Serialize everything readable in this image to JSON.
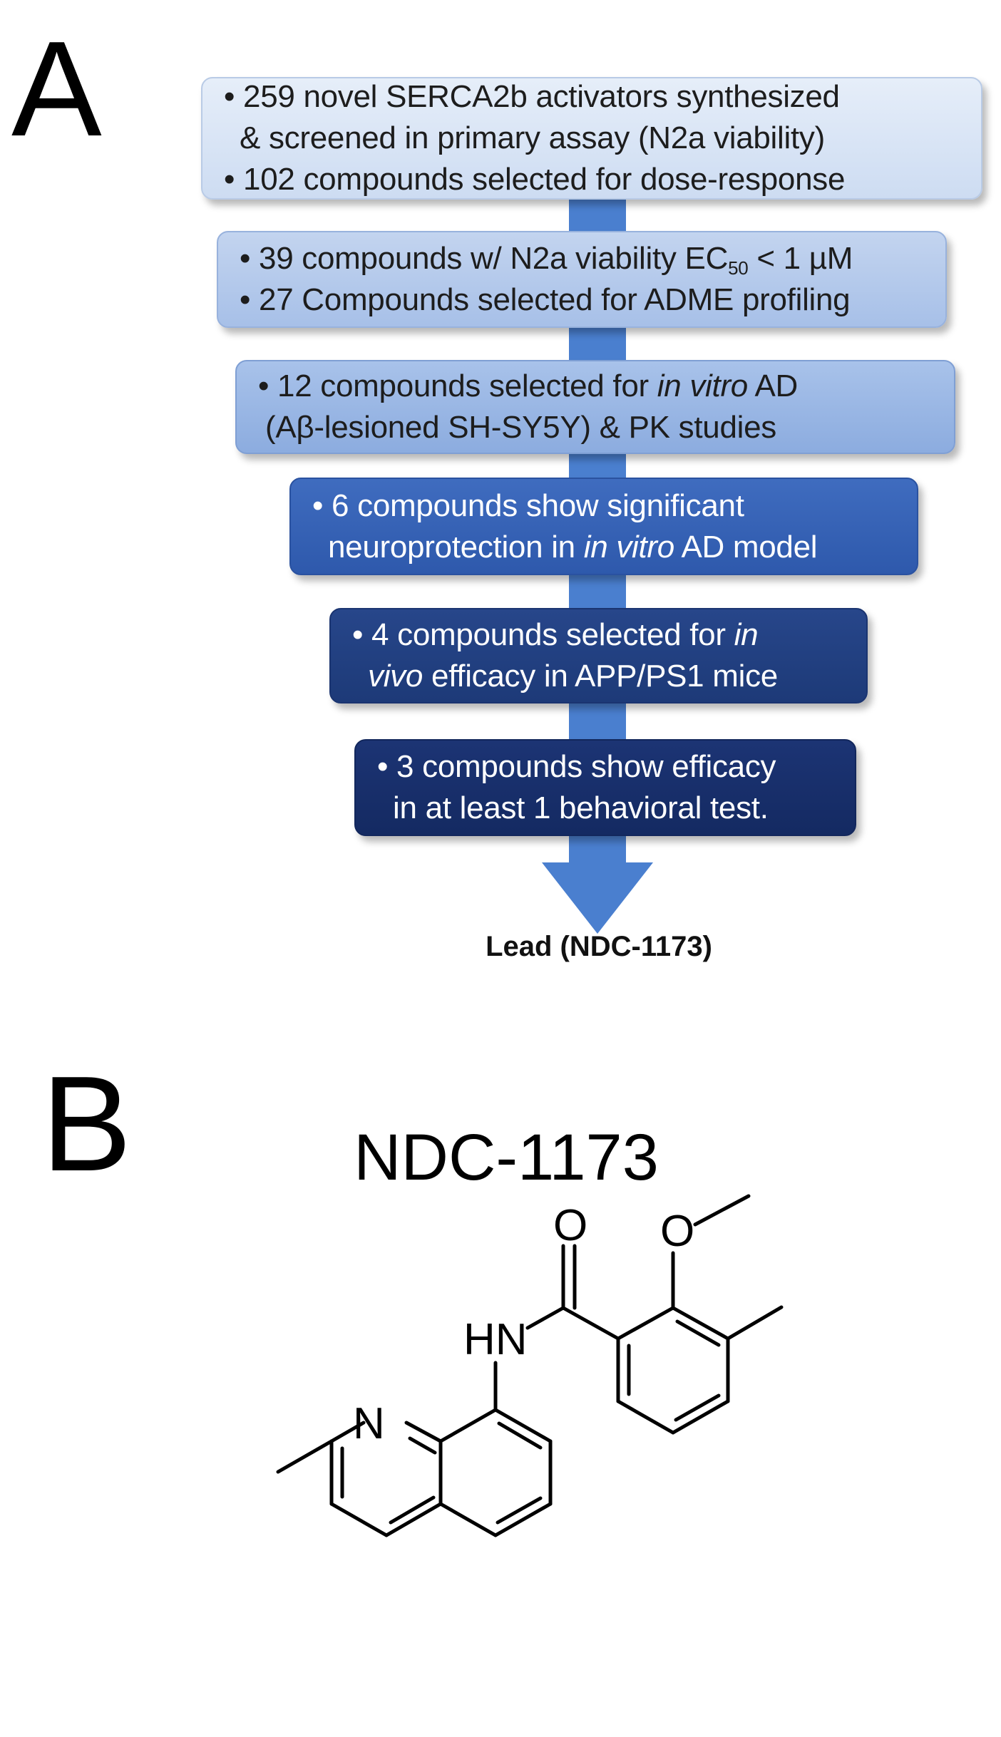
{
  "panel_a": {
    "letter": "A",
    "steps": [
      {
        "lines": [
          [
            "• 259 novel SERCA2b activators synthesized"
          ],
          [
            "& screened in primary assay (N2a viability)"
          ],
          [
            "• 102 compounds selected for dose-response"
          ]
        ]
      },
      {
        "lines": [
          [
            "• 39 compounds w/ N2a viability EC",
            "50",
            " < 1 µM"
          ],
          [
            "• 27 Compounds selected for ADME profiling"
          ]
        ]
      },
      {
        "lines": [
          [
            "• 12 compounds selected for ",
            "in vitro",
            " AD"
          ],
          [
            "(Aβ-lesioned SH-SY5Y) & PK studies"
          ]
        ]
      },
      {
        "lines": [
          [
            "• 6 compounds show significant"
          ],
          [
            "neuroprotection in ",
            "in vitro",
            " AD model"
          ]
        ]
      },
      {
        "lines": [
          [
            "• 4 compounds selected for ",
            "in"
          ],
          [
            "vivo",
            " efficacy in APP/PS1 mice"
          ]
        ]
      },
      {
        "lines": [
          [
            "• 3 compounds show efficacy"
          ],
          [
            "in at least 1 behavioral test."
          ]
        ]
      }
    ],
    "lead_label": "Lead (NDC-1173)"
  },
  "panel_b": {
    "letter": "B",
    "compound_name": "NDC-1173",
    "atom_labels": {
      "oxygen_carbonyl": "O",
      "oxygen_ether": "O",
      "amide_nh": "HN",
      "ring_n": "N"
    }
  },
  "colors": {
    "arrow": "#4a7fcf",
    "tier_1": "#dbe5f5",
    "tier_2": "#b5cbec",
    "tier_3": "#9ab6e4",
    "tier_4": "#3763b5",
    "tier_5": "#224081",
    "tier_6": "#182f6b"
  }
}
